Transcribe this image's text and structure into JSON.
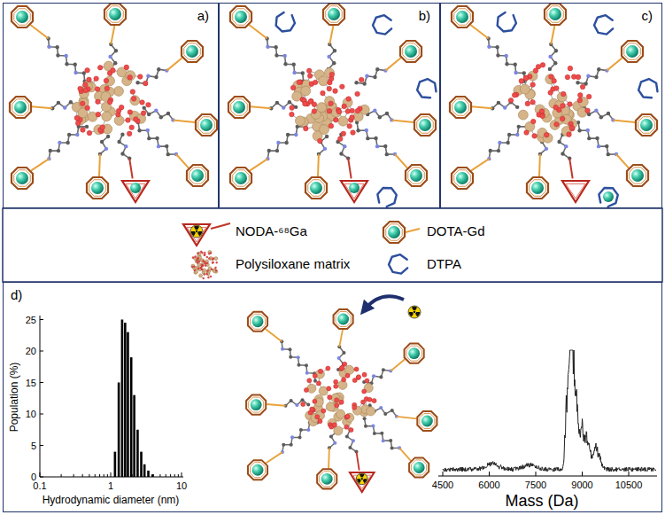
{
  "diagram": {
    "nodes": [
      {
        "text": [
          "a)"
        ]
      },
      {
        "text": [
          "b)"
        ]
      },
      {
        "text": [
          "c)"
        ]
      },
      {
        "text": [
          "d)"
        ]
      }
    ],
    "labels": [
      "Population (%)",
      "25",
      "20",
      "15",
      "10",
      "5",
      "0",
      "0.1",
      "1",
      "10",
      "Hydrodynamic diameter (nm)",
      "4500",
      "6000",
      "7500",
      "9000",
      "10500",
      "Mass (Da)"
    ],
    "legend": [
      {
        "text": "NODA-⁶⁸Ga"
      },
      {
        "text": "DOTA-Gd"
      },
      {
        "text": "Polysiloxane matrix"
      },
      {
        "text": "DTPA"
      }
    ]
  }
}
